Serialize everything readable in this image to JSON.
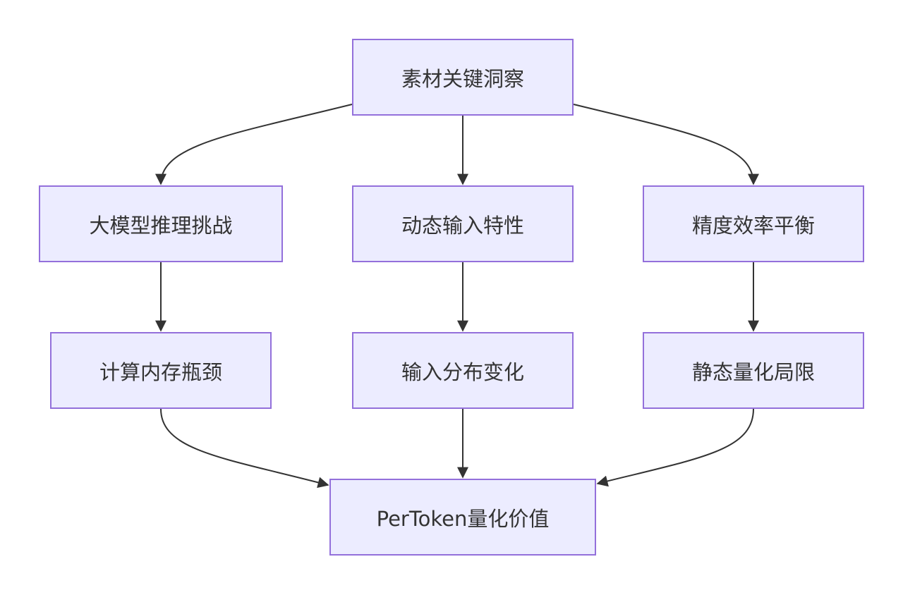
{
  "nodes": {
    "root": "素材关键洞察",
    "llm_challenge": "大模型推理挑战",
    "dynamic_input": "动态输入特性",
    "precision_efficiency": "精度效率平衡",
    "memory_bottleneck": "计算内存瓶颈",
    "input_distribution": "输入分布变化",
    "static_quant_limit": "静态量化局限",
    "pertoken_value": "PerToken量化价值"
  },
  "colors": {
    "node_fill": "#ececff",
    "node_border": "#9370db",
    "edge": "#333333",
    "text": "#333333"
  }
}
